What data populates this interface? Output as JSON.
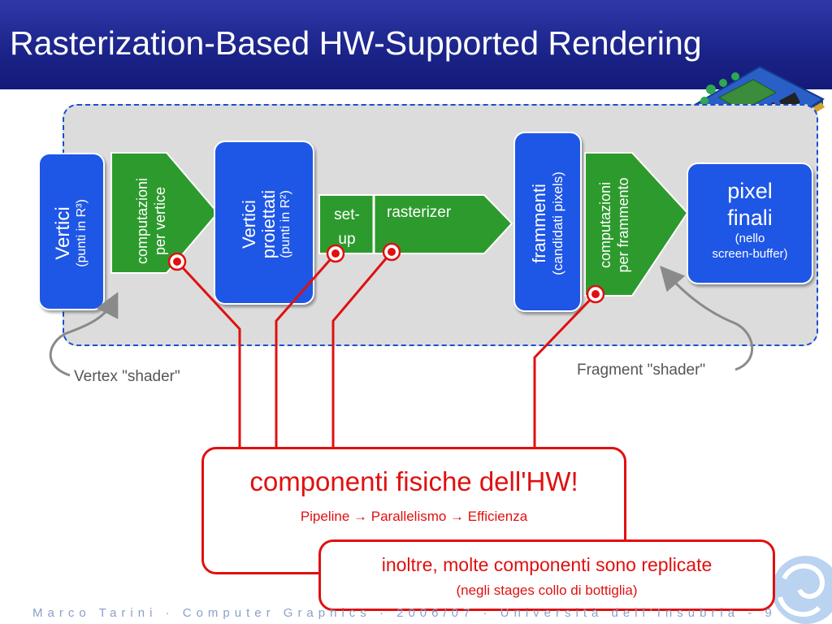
{
  "header": {
    "title": "Rasterization-Based HW-Supported Rendering"
  },
  "pipeline": {
    "vertici": {
      "main": "Vertici",
      "sub": "(punti in R³)"
    },
    "comp_vertice": {
      "line1": "computazioni",
      "line2": "per vertice"
    },
    "vertici_proiettati": {
      "line1": "Vertici",
      "line2": "proiettati",
      "sub": "(punti in R²)"
    },
    "setup": {
      "line1": "set-",
      "line2": "up"
    },
    "rasterizer": "rasterizer",
    "frammenti": {
      "main": "frammenti",
      "sub": "(candidati pixels)"
    },
    "comp_frammento": {
      "line1": "computazioni",
      "line2": "per frammento"
    },
    "pixel_finali": {
      "line1": "pixel",
      "line2": "finali",
      "sub1": "(nello",
      "sub2": "screen-buffer)"
    }
  },
  "labels": {
    "vertex_shader": "Vertex \"shader\"",
    "fragment_shader": "Fragment \"shader\""
  },
  "callout_main": {
    "title": "componenti fisiche dell'HW!",
    "subtitle": "Pipeline → Parallelismo → Efficienza"
  },
  "callout_second": {
    "title": "inoltre, molte componenti sono replicate",
    "subtitle": "(negli stages collo di bottiglia)"
  },
  "footer": "Marco Tarini · Computer Graphics · 2006/07 · Università dell'Insubria - 9",
  "colors": {
    "title_bg": "#1a2388",
    "box_blue": "#1e56e6",
    "stage_green": "#2d9a2d",
    "accent_red": "#e01010",
    "panel_border": "#1a4fd0"
  },
  "icons": [
    "graphics-card-image",
    "university-logo"
  ]
}
